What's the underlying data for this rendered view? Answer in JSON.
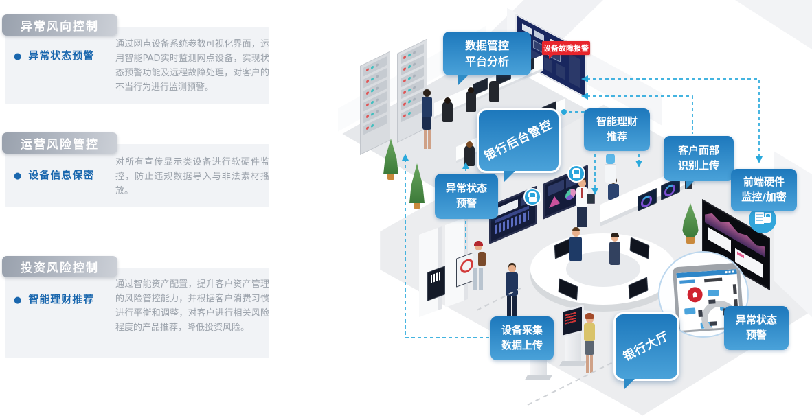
{
  "sections": [
    {
      "title": "异常风向控制",
      "item": "异常状态预警",
      "desc": "通过网点设备系统参数可视化界面，运用智能PAD实时监测网点设备，实现状态预警功能及远程故障处理，对客户的不当行为进行监测预警。"
    },
    {
      "title": "运营风险管控",
      "item": "设备信息保密",
      "desc": "对所有宣传显示类设备进行软硬件监控，防止违规数据导入与非法素材播放。"
    },
    {
      "title": "投资风险控制",
      "item": "智能理财推荐",
      "desc": "通过智能资产配置，提升客户资产管理的风险管控能力，并根据客户消费习惯进行平衡和调整，对客户进行相关风险程度的产品推荐，降低投资风险。"
    }
  ],
  "callouts": {
    "data_platform": {
      "line1": "数据管控",
      "line2": "平台分析"
    },
    "device_fault": {
      "label": "设备故障报警"
    },
    "backoffice": {
      "label": "银行后台管控"
    },
    "wealth": {
      "line1": "智能理财",
      "line2": "推荐"
    },
    "face": {
      "line1": "客户面部",
      "line2": "识别上传"
    },
    "frontend": {
      "line1": "前端硬件",
      "line2": "监控/加密"
    },
    "abnormal_left": {
      "line1": "异常状态",
      "line2": "预警"
    },
    "collect": {
      "line1": "设备采集",
      "line2": "数据上传"
    },
    "hall": {
      "label": "银行大厅"
    },
    "abnormal_right": {
      "line1": "异常状态",
      "line2": "预警"
    }
  },
  "colors": {
    "bubble_top": "#1d78bc",
    "bubble_bottom": "#4aa2d9",
    "alert_red": "#e8252c",
    "connector_teal": "#2aa9dc",
    "section_badge_gray": "#a8aeb9",
    "item_blue": "#1a67ae",
    "desc_gray": "#9ba2ab",
    "panel_bg": "#f1f3f6"
  },
  "icons": {
    "lock": "padlock-icon",
    "doc_lock": "document-lock-icon",
    "alert_house": "alert-house-icon",
    "camera": "camera-icon"
  }
}
